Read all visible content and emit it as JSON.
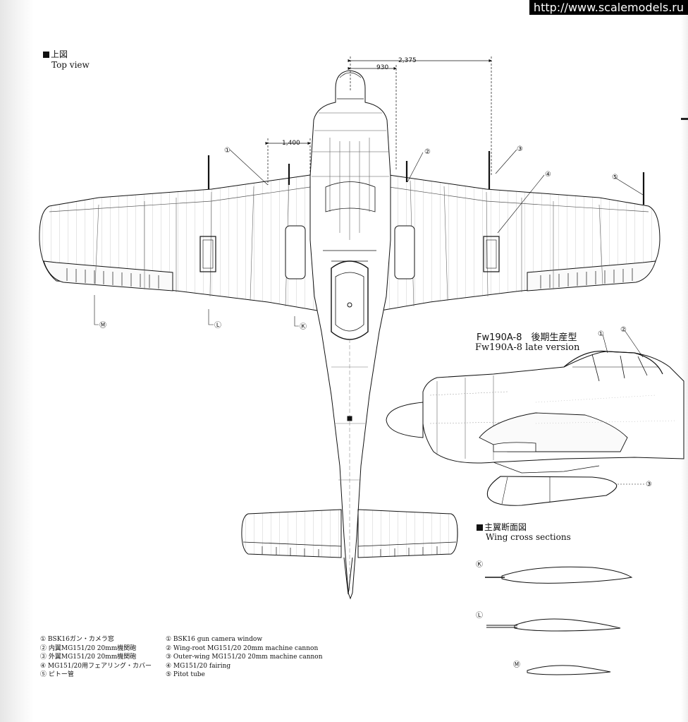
{
  "watermark": "http://www.scalemodels.ru",
  "top_view": {
    "title_ja": "上図",
    "title_en": "Top view",
    "dimensions": {
      "d1": "2,375",
      "d2": "930",
      "d3": "1,400"
    },
    "callouts": [
      "①",
      "②",
      "③",
      "④",
      "⑤"
    ],
    "section_marks": [
      "Ⓜ",
      "Ⓛ",
      "Ⓚ"
    ]
  },
  "side_view": {
    "title_ja": "Fw190A-8　後期生産型",
    "title_en": "Fw190A-8 late version",
    "callouts": [
      "①",
      "②",
      "③"
    ]
  },
  "wing_sections": {
    "title_ja": "主翼断面図",
    "title_en": "Wing cross sections",
    "labels": [
      "Ⓚ",
      "Ⓛ",
      "Ⓜ"
    ]
  },
  "legend_ja": [
    "① BSK16ガン・カメラ窓",
    "② 内翼MG151/20 20mm機関砲",
    "③ 外翼MG151/20 20mm機関砲",
    "④ MG151/20用フェアリング・カバー",
    "⑤ ピトー管"
  ],
  "legend_en": [
    "① BSK16 gun camera window",
    "② Wing-root MG151/20 20mm machine cannon",
    "③ Outer-wing MG151/20 20mm machine cannon",
    "④ MG151/20 fairing",
    "⑤ Pitot tube"
  ]
}
